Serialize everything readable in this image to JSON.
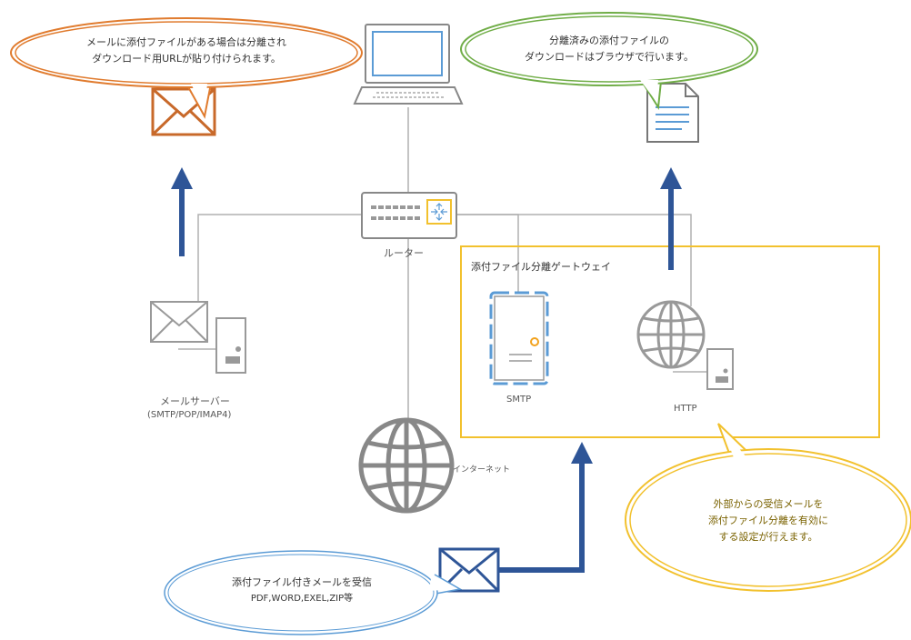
{
  "bubbles": {
    "top_left": {
      "line1": "メールに添付ファイルがある場合は分離され",
      "line2": "ダウンロード用URLが貼り付けられます。",
      "color": "#e07b2e"
    },
    "top_right": {
      "line1": "分離済みの添付ファイルの",
      "line2": "ダウンロードはブラウザで行います。",
      "color": "#70ad47"
    },
    "bottom_right": {
      "line1": "外部からの受信メールを",
      "line2": "添付ファイル分離を有効に",
      "line3": "する設定が行えます。",
      "color": "#f2c12e"
    },
    "bottom_left": {
      "line1": "添付ファイル付きメールを受信",
      "line2": "PDF,WORD,EXEL,ZIP等",
      "color": "#5b9bd5"
    }
  },
  "labels": {
    "router": "ルーター",
    "mail_server": "メールサーバー",
    "mail_server_protocols": "(SMTP/POP/IMAP4)",
    "internet": "インターネット",
    "gateway": "添付ファイル分離ゲートウェイ",
    "smtp": "SMTP",
    "http": "HTTP"
  },
  "colors": {
    "arrow": "#2e5597",
    "gateway_border": "#f2c12e",
    "icon_gray": "#9a9a9a",
    "line_gray": "#b0b0b0"
  }
}
